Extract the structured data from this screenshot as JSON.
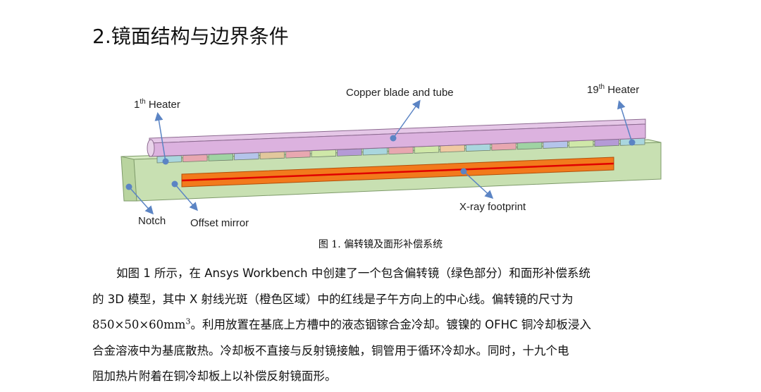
{
  "heading": "2.镜面结构与边界条件",
  "figure": {
    "labels": {
      "heater_first_base": "1",
      "heater_first_sup": "th",
      "heater_first_rest": " Heater",
      "copper": "Copper blade and tube",
      "heater_last_base": "19",
      "heater_last_sup": "th",
      "heater_last_rest": " Heater",
      "xray": "X-ray footprint",
      "notch": "Notch",
      "offset": "Offset mirror"
    },
    "heater_colors": [
      "#a9d6de",
      "#e8a7b0",
      "#9fd3a3",
      "#b4c4ea",
      "#e2c79c",
      "#e8a7b0",
      "#cfe8a8",
      "#b49ad6",
      "#a9d6de",
      "#e8a7b0",
      "#cfe8a8",
      "#f0c9a2",
      "#a9d6de",
      "#e8a7b0",
      "#9fd3a3",
      "#b4c4ea",
      "#cfe8a8",
      "#b49ad6",
      "#a9d6de"
    ],
    "colors": {
      "mirror": "#c8e0b2",
      "copper": "#dcb2df",
      "footprint": "#f27a1c",
      "center_line": "#e00000",
      "arrow": "#5b84c4"
    }
  },
  "caption": "图 1.  偏转镜及面形补偿系统",
  "paragraph": {
    "line1": "如图 1 所示，在 Ansys Workbench 中创建了一个包含偏转镜（绿色部分）和面形补偿系统",
    "line2": "的 3D 模型，其中 X 射线光斑（橙色区域）中的红线是子午方向上的中心线。偏转镜的尺寸为",
    "line3_dims": "850×50×60mm",
    "line3_sup": "3",
    "line3_rest": "。利用放置在基底上方槽中的液态铟镓合金冷却。镀镍的 OFHC 铜冷却板浸入",
    "line4": "合金溶液中为基底散热。冷却板不直接与反射镜接触，铜管用于循环冷却水。同时，十九个电",
    "line5": "阻加热片附着在铜冷却板上以补偿反射镜面形。"
  }
}
